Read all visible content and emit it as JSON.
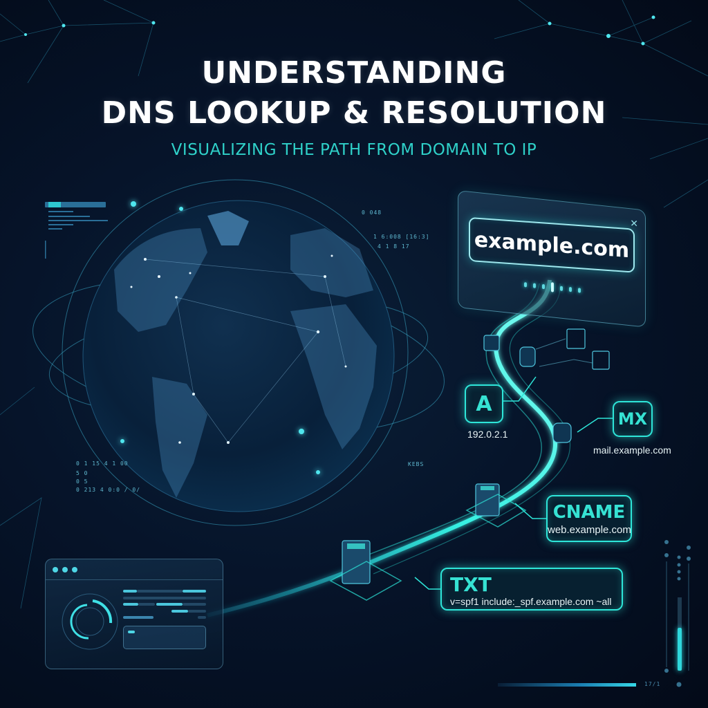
{
  "header": {
    "title_line1": "UNDERSTANDING",
    "title_line2": "DNS LOOKUP & RESOLUTION",
    "subtitle": "VISUALIZING THE PATH FROM DOMAIN TO IP"
  },
  "query": {
    "domain": "example.com",
    "close_icon": "close-icon"
  },
  "records": {
    "a": {
      "type": "A",
      "value": "192.0.2.1"
    },
    "mx": {
      "type": "MX",
      "value": "mail.example.com"
    },
    "cname": {
      "type": "CNAME",
      "value": "web.example.com"
    },
    "txt": {
      "type": "TXT",
      "value": "v=spf1 include:_spf.example.com ~all"
    }
  },
  "hud": {
    "top_right_1": "0 048",
    "top_right_2": "1 6:008  [16:3]",
    "top_right_3": "4 1 8   17",
    "left_1": "0 1 15  4  1 00",
    "left_2": "5 0",
    "left_3": "0 5",
    "left_4": "0 213   4 0:0 /  0/",
    "legend_title": "KEBS",
    "gauge_label": "17/1"
  },
  "colors": {
    "accent": "#2ee6d9",
    "subtitle": "#2fd1c9",
    "background": "#06142a"
  }
}
